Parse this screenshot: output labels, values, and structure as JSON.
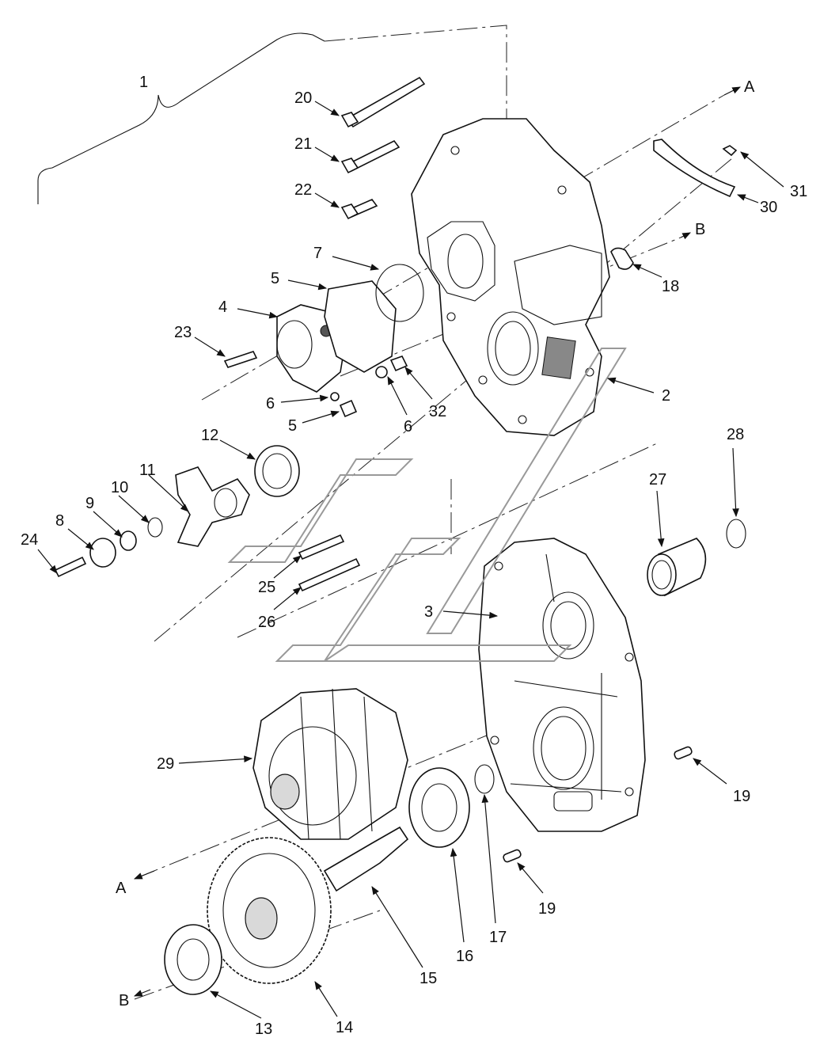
{
  "callouts": {
    "c1": "1",
    "c2": "2",
    "c3": "3",
    "c4": "4",
    "c5a": "5",
    "c5b": "5",
    "c6a": "6",
    "c6b": "6",
    "c7": "7",
    "c8": "8",
    "c9": "9",
    "c10": "10",
    "c11": "11",
    "c12": "12",
    "c13": "13",
    "c14": "14",
    "c15": "15",
    "c16": "16",
    "c17": "17",
    "c18": "18",
    "c19a": "19",
    "c19b": "19",
    "c20": "20",
    "c21": "21",
    "c22": "22",
    "c23": "23",
    "c24": "24",
    "c25": "25",
    "c26": "26",
    "c27": "27",
    "c28": "28",
    "c29": "29",
    "c30": "30",
    "c31": "31",
    "c32": "32"
  },
  "markers": {
    "a_top": "A",
    "b_top": "B",
    "a_bottom": "A",
    "b_bottom": "B"
  }
}
